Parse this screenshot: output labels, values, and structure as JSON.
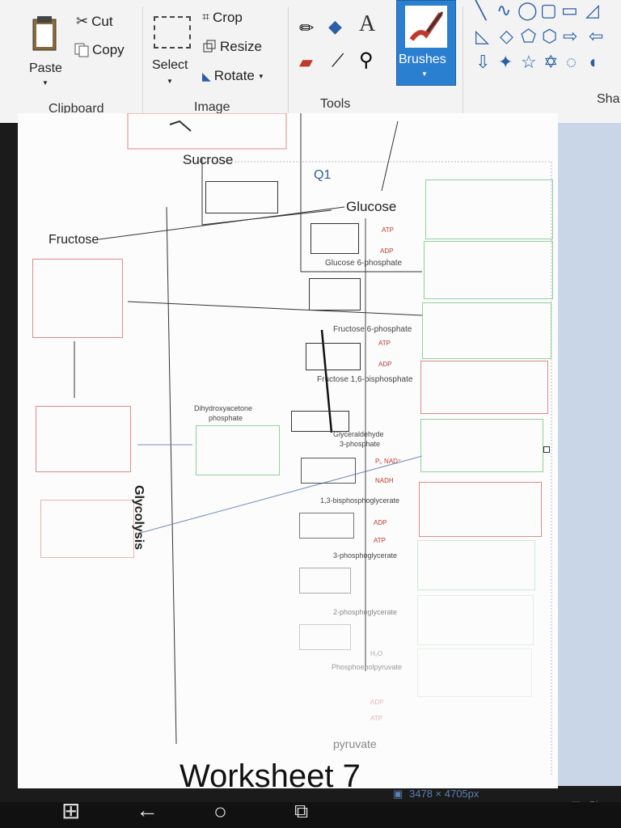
{
  "ribbon": {
    "clipboard": {
      "paste": "Paste",
      "cut": "Cut",
      "copy": "Copy",
      "label": "Clipboard"
    },
    "image": {
      "select": "Select",
      "crop": "Crop",
      "resize": "Resize",
      "rotate": "Rotate",
      "label": "Image"
    },
    "tools": {
      "label": "Tools",
      "text_tool": "A"
    },
    "brushes": {
      "label": "Brushes"
    },
    "shapes": {
      "label": "Sha"
    }
  },
  "worksheet": {
    "q1": "Q1",
    "sucrose": "Sucrose",
    "glucose": "Glucose",
    "fructose": "Fructose",
    "glycolysis": "Glycolysis",
    "atp": "ATP",
    "adp": "ADP",
    "g6p": "Glucose 6-phosphate",
    "f6p": "Fructose 6-phosphate",
    "f16bp": "Fructose 1,6-bisphosphate",
    "dhap_1": "Dihydroxyacetone",
    "dhap_2": "phosphate",
    "g3p_1": "Glyceraldehyde",
    "g3p_2": "3-phosphate",
    "pi_nad": "Pᵢ, NAD⁺",
    "nadh": "NADH",
    "bpg13": "1,3-bisphosphoglycerate",
    "adp2": "ADP",
    "atp2": "ATP",
    "pg3": "3-phosphoglycerate",
    "pg2": "2-phosphoglycerate",
    "h2o": "H₂O",
    "pep": "Phosphoenolpyruvate",
    "adp3": "ADP",
    "atp3": "ATP",
    "pyruvate": "pyruvate",
    "title": "Worksheet 7"
  },
  "status": {
    "dimensions": "3478 × 4705px",
    "size": "Size:"
  },
  "colors": {
    "brushes_bg": "#2b7fd1",
    "green_box": "#8fd29a",
    "red_box": "#e08a8a",
    "canvas_bg": "#c9d6e8"
  }
}
